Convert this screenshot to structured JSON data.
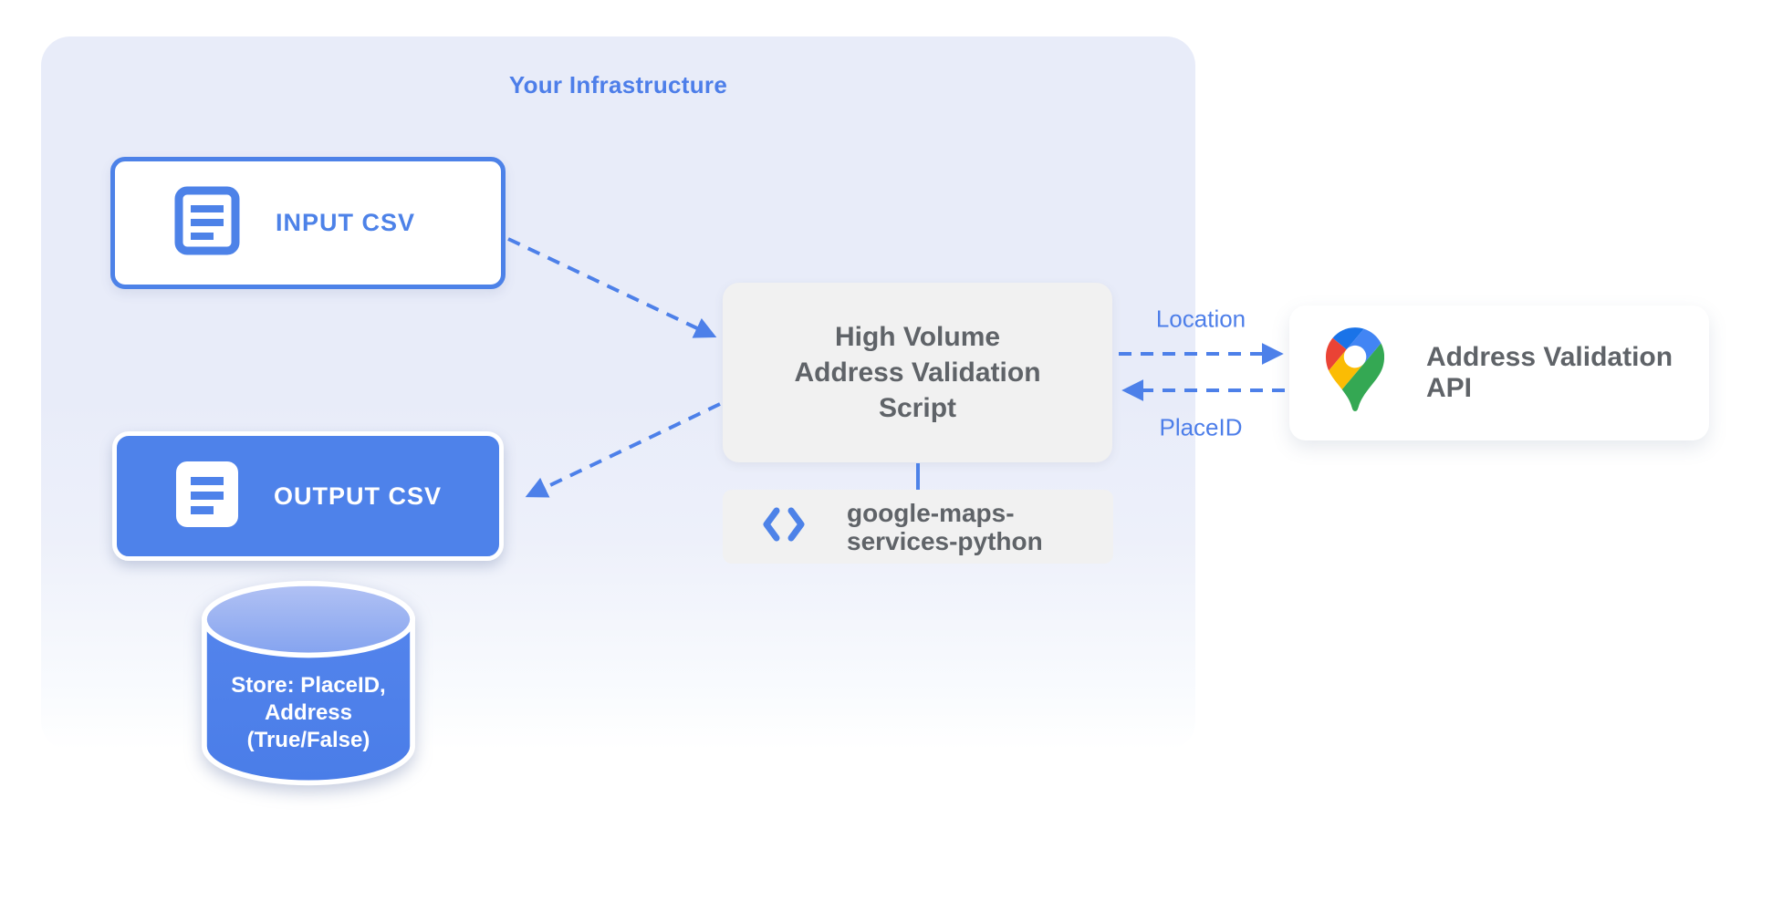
{
  "infrastructure": {
    "title": "Your Infrastructure",
    "bg_color": "#e8ecf9",
    "title_color": "#4d7ee9"
  },
  "nodes": {
    "input_csv": {
      "label": "INPUT CSV",
      "icon": "document-lines-icon",
      "fill": "#ffffff",
      "border": "#4d82e8"
    },
    "output_csv": {
      "label": "OUTPUT CSV",
      "icon": "document-lines-icon",
      "fill": "#4e82ea",
      "border": "#ffffff"
    },
    "script": {
      "lines": [
        "High Volume",
        "Address Validation",
        "Script"
      ],
      "fill": "#f1f1f1",
      "text_color": "#5f6368"
    },
    "library": {
      "lines": [
        "google-maps-",
        "services-python"
      ],
      "icon": "code-brackets-icon",
      "fill": "#f1f1f1"
    },
    "api": {
      "label": "Address Validation API",
      "icon": "google-maps-pin-icon",
      "fill": "#ffffff"
    },
    "datastore": {
      "lines": [
        "Store: PlaceID,",
        "Address",
        "(True/False)"
      ],
      "fill": "#4e80ea",
      "top_fill": "#9bb1f1"
    }
  },
  "edges": {
    "location": {
      "label": "Location",
      "style": "dashed",
      "direction": "script-to-api"
    },
    "placeid": {
      "label": "PlaceID",
      "style": "dashed",
      "direction": "api-to-script"
    },
    "input_to_script": {
      "style": "dashed"
    },
    "script_to_output": {
      "style": "dashed"
    },
    "script_to_library": {
      "style": "solid"
    }
  },
  "colors": {
    "arrow_blue": "#4d80e9",
    "label_blue": "#4d7ee9",
    "maps_pin": {
      "dark_blue": "#1a73e8",
      "blue": "#4285f4",
      "red": "#ea4335",
      "yellow": "#fbbc04",
      "green": "#34a853"
    }
  }
}
